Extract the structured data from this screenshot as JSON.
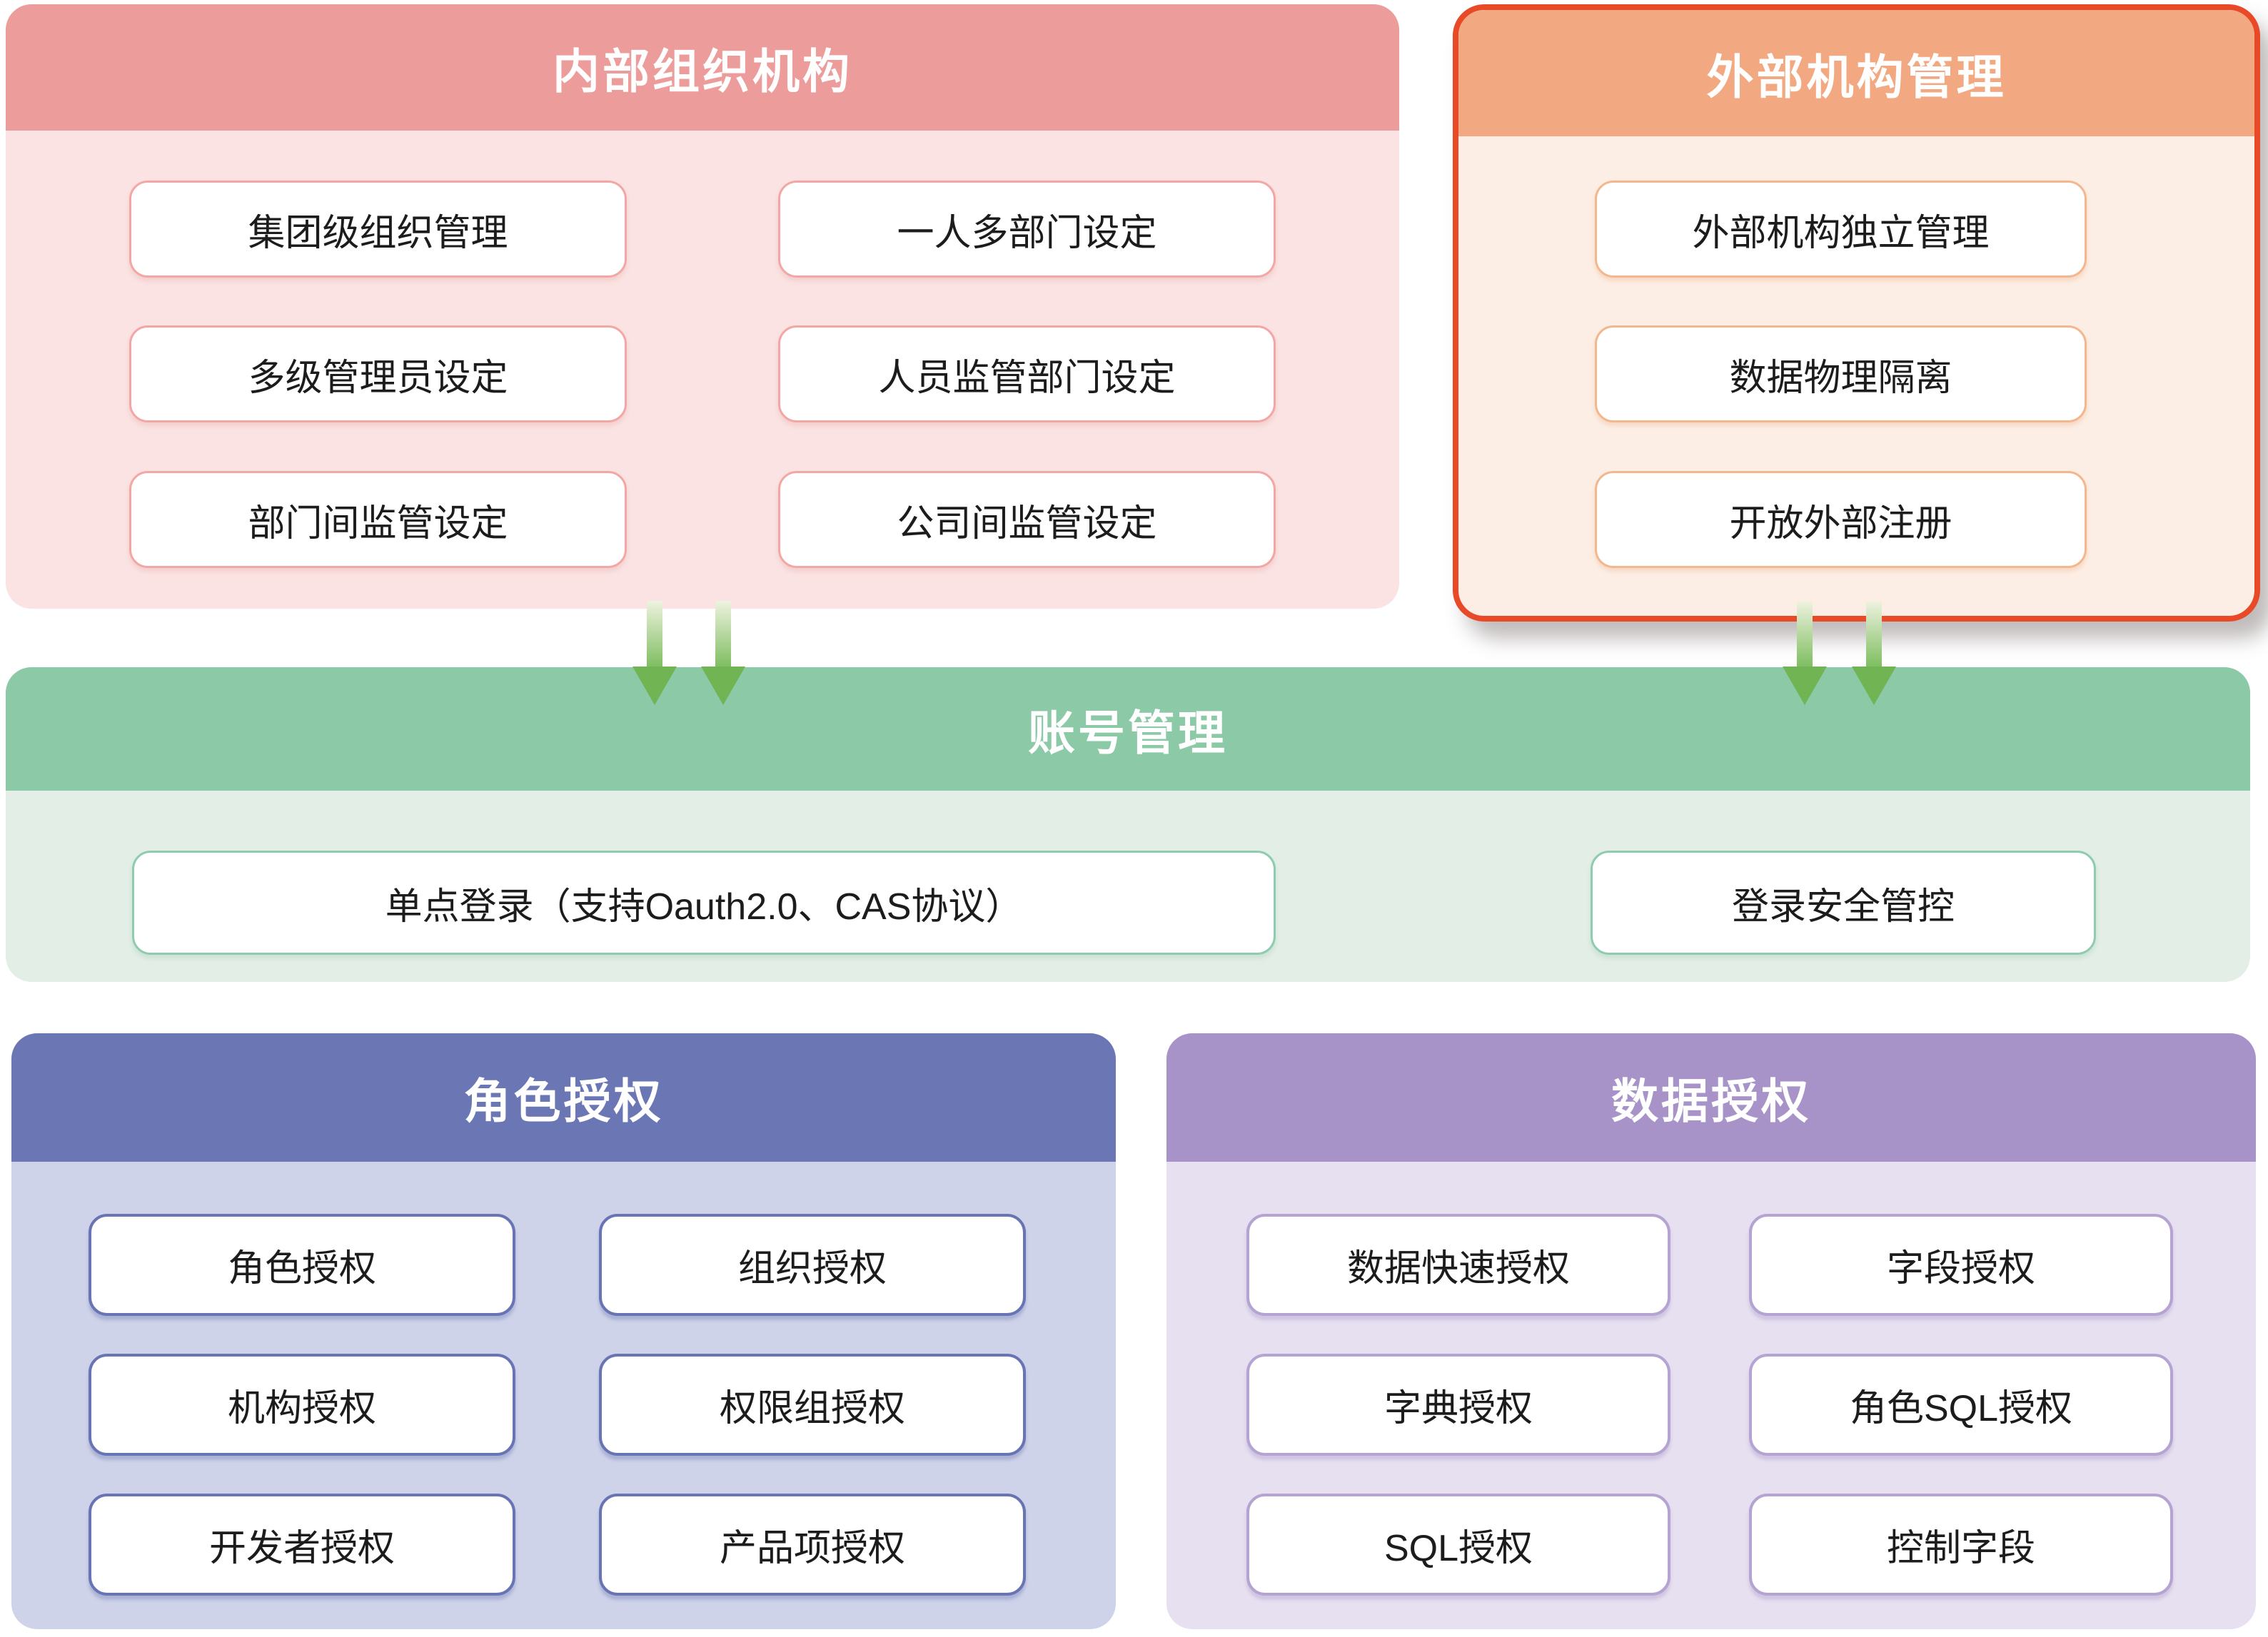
{
  "panels": {
    "internal_org": {
      "title": "内部组织机构",
      "items": [
        "集团级组织管理",
        "一人多部门设定",
        "多级管理员设定",
        "人员监管部门设定",
        "部门间监管设定",
        "公司间监管设定"
      ]
    },
    "external_org": {
      "title": "外部机构管理",
      "items": [
        "外部机构独立管理",
        "数据物理隔离",
        "开放外部注册"
      ]
    },
    "account": {
      "title": "账号管理",
      "items": [
        "单点登录（支持Oauth2.0、CAS协议）",
        "登录安全管控"
      ]
    },
    "role_auth": {
      "title": "角色授权",
      "items": [
        "角色授权",
        "组织授权",
        "机构授权",
        "权限组授权",
        "开发者授权",
        "产品项授权"
      ]
    },
    "data_auth": {
      "title": "数据授权",
      "items": [
        "数据快速授权",
        "字段授权",
        "字典授权",
        "角色SQL授权",
        "SQL授权",
        "控制字段"
      ]
    }
  },
  "icons": {
    "flow_arrow": "arrow-down"
  },
  "colors": {
    "page_bg": "#FFFFFF",
    "title_text": "#FFFFFF",
    "box_text": "#1C1C1C",
    "pink_header": "#ED9C9C",
    "pink_body": "#FAE3E2",
    "pink_box_border": "#F2A7A5",
    "orange_border": "#E84A28",
    "orange_header": "#F2A981",
    "orange_body": "#FCEEE4",
    "orange_box_border": "#F3B68D",
    "green_header": "#8CC9A7",
    "green_body": "#E2EEE6",
    "green_box_border": "#8FCBAE",
    "indigo_header": "#6B77B5",
    "indigo_body": "#CED3E9",
    "indigo_box_border": "#6874B3",
    "purple_header": "#A793C7",
    "purple_body": "#E6E0F1",
    "purple_box_border": "#B5A3D1",
    "arrow_green": "#70B454",
    "arrow_shaft_top": "#EFF2E0"
  }
}
